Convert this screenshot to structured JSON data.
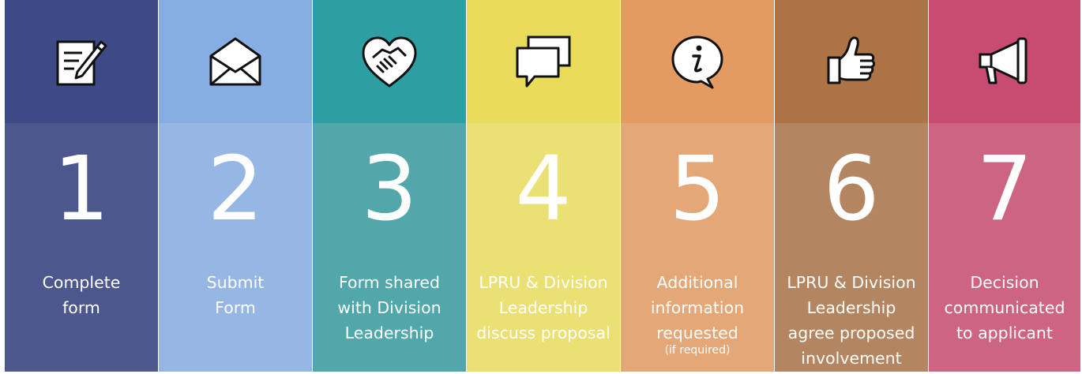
{
  "steps": [
    {
      "number": "1",
      "icon": "edit-form-icon",
      "label_lines": [
        "Complete",
        "form"
      ],
      "colors": {
        "head": "#3e4a85",
        "body": "#4c578e"
      }
    },
    {
      "number": "2",
      "icon": "envelope-icon",
      "label_lines": [
        "Submit",
        "Form"
      ],
      "colors": {
        "head": "#86aee2",
        "body": "#96b7e4"
      }
    },
    {
      "number": "3",
      "icon": "handshake-icon",
      "label_lines": [
        "Form shared",
        "with Division",
        "Leadership"
      ],
      "colors": {
        "head": "#2d9ea1",
        "body": "#52a7aa"
      }
    },
    {
      "number": "4",
      "icon": "chat-bubbles-icon",
      "label_lines": [
        "LPRU & Division",
        "Leadership",
        "discuss proposal"
      ],
      "colors": {
        "head": "#eadc5b",
        "body": "#ebe073"
      }
    },
    {
      "number": "5",
      "icon": "info-bubble-icon",
      "label_lines": [
        "Additional",
        "information",
        "requested"
      ],
      "note": "(if required)",
      "colors": {
        "head": "#e39b62",
        "body": "#e4a777"
      }
    },
    {
      "number": "6",
      "icon": "thumbs-up-icon",
      "label_lines": [
        "LPRU & Division",
        "Leadership",
        "agree proposed",
        "involvement"
      ],
      "colors": {
        "head": "#ac7445",
        "body": "#b38661"
      }
    },
    {
      "number": "7",
      "icon": "megaphone-icon",
      "label_lines": [
        "Decision",
        "communicated",
        "to applicant"
      ],
      "colors": {
        "head": "#c84b72",
        "body": "#cc6482"
      }
    }
  ]
}
